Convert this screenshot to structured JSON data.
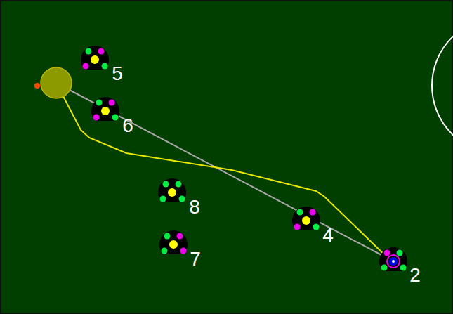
{
  "diagram": {
    "labels": [
      "5",
      "6",
      "8",
      "4",
      "7",
      "2"
    ]
  }
}
